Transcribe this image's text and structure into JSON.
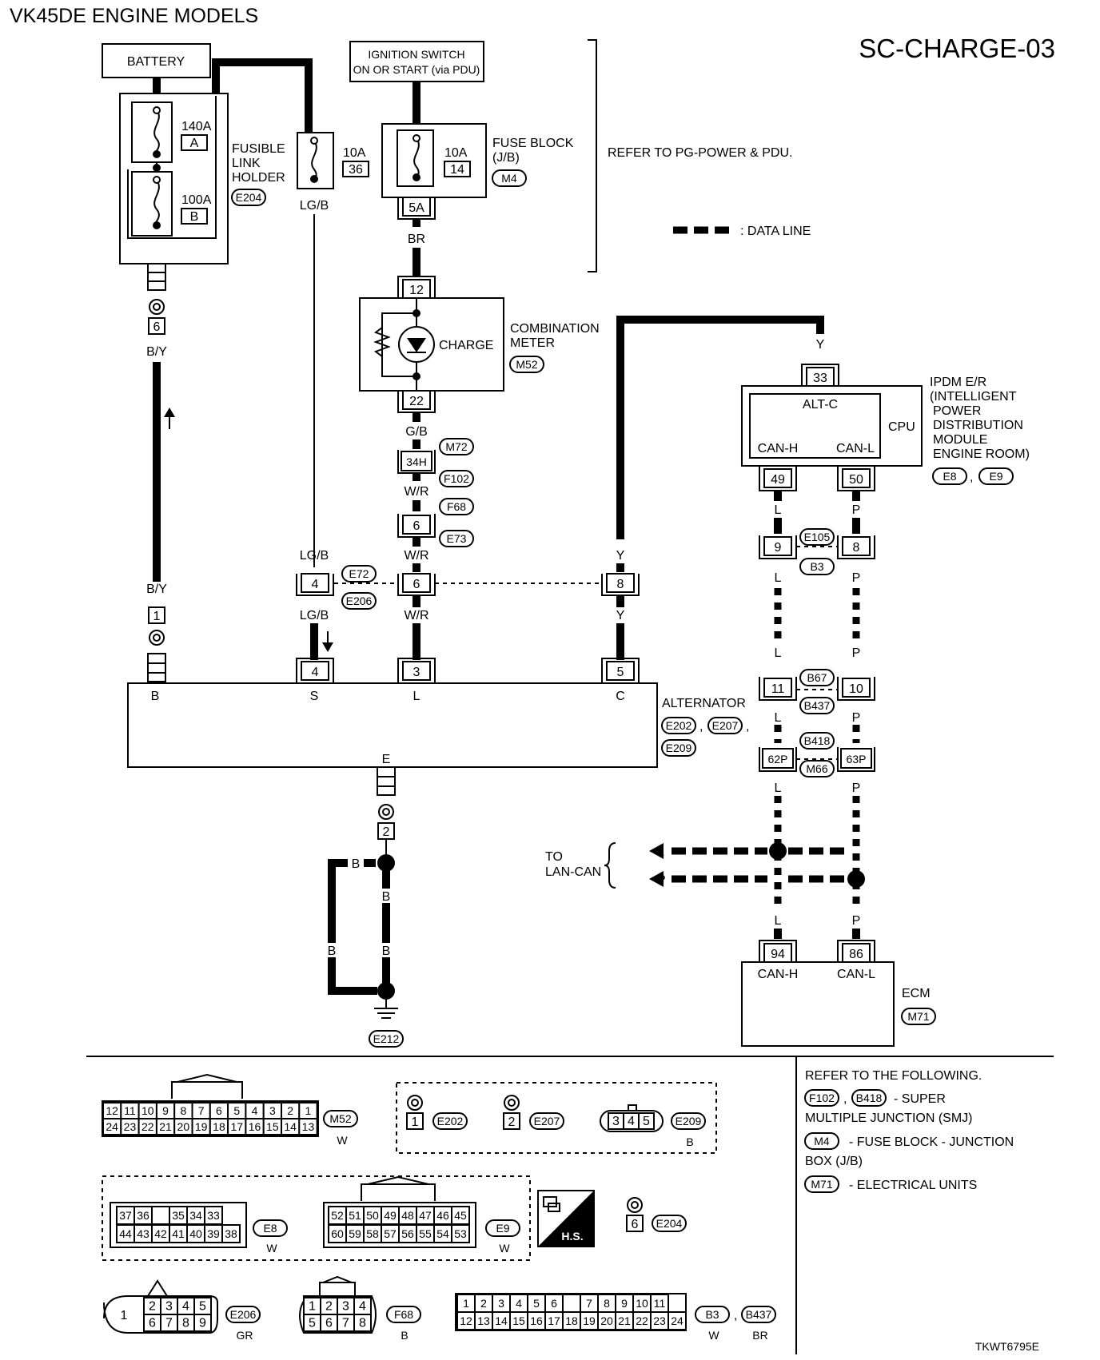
{
  "header": {
    "models": "VK45DE ENGINE MODELS",
    "diagram_id": "SC-CHARGE-03",
    "figure_code": "TKWT6795E"
  },
  "power": {
    "battery": "BATTERY",
    "ignition_l1": "IGNITION SWITCH",
    "ignition_l2": "ON OR START (via PDU)",
    "refer": "REFER TO PG-POWER & PDU.",
    "data_line": ": DATA LINE"
  },
  "fusible": {
    "l1": "FUSIBLE",
    "l2": "LINK",
    "l3": "HOLDER",
    "conn": "E204",
    "f1_amp": "140A",
    "f1_id": "A",
    "f2_amp": "100A",
    "f2_id": "B",
    "f3_amp": "10A",
    "f3_id": "36"
  },
  "fuse_block": {
    "l1": "FUSE BLOCK",
    "l2": "(J/B)",
    "conn": "M4",
    "amp": "10A",
    "id": "14",
    "term": "5A"
  },
  "meter": {
    "l1": "COMBINATION",
    "l2": "METER",
    "conn": "M52",
    "lamp": "CHARGE",
    "t_top": "12",
    "t_bot": "22"
  },
  "ipdm": {
    "l1": "IPDM E/R",
    "l2": "(INTELLIGENT",
    "l3": "POWER",
    "l4": "DISTRIBUTION",
    "l5": "MODULE",
    "l6": "ENGINE ROOM)",
    "conn1": "E8",
    "conn2": "E9",
    "comma": ",",
    "cpu": "CPU",
    "altc": "ALT-C",
    "canh": "CAN-H",
    "canl": "CAN-L",
    "t_altc": "33",
    "t_canh": "49",
    "t_canl": "50"
  },
  "alternator": {
    "name": "ALTERNATOR",
    "c1": "E202",
    "c2": "E207",
    "c3": "E209",
    "comma": ",",
    "tb": "B",
    "ts": "S",
    "tl": "L",
    "tc": "C",
    "te": "E"
  },
  "ecm": {
    "name": "ECM",
    "conn": "M71",
    "canh": "CAN-H",
    "canl": "CAN-L",
    "t_h": "94",
    "t_l": "86"
  },
  "wires": {
    "by": "B/Y",
    "lgb": "LG/B",
    "br": "BR",
    "gb": "G/B",
    "wr": "W/R",
    "y": "Y",
    "l": "L",
    "p": "P",
    "b": "B"
  },
  "terms": {
    "t6": "6",
    "t1": "1",
    "t2": "2",
    "j34h": "34H",
    "j6": "6",
    "jn4": "4",
    "jn6": "6",
    "jn8": "8",
    "a4": "4",
    "a3": "3",
    "a5": "5",
    "c9": "9",
    "c8": "8",
    "c11": "11",
    "c10": "10",
    "c62p": "62P",
    "c63p": "63P"
  },
  "conns": {
    "m72": "M72",
    "f102": "F102",
    "f68": "F68",
    "e73": "E73",
    "e72": "E72",
    "e206": "E206",
    "e105": "E105",
    "b3": "B3",
    "b67": "B67",
    "b437": "B437",
    "b418": "B418",
    "m66": "M66",
    "e212": "E212"
  },
  "lan": {
    "l1": "TO",
    "l2": "LAN-CAN"
  },
  "legend": {
    "title": "REFER TO THE FOLLOWING.",
    "smj1": "F102",
    "smj2": "B418",
    "comma": ",",
    "smj_t1": "- SUPER",
    "smj_t2": "MULTIPLE JUNCTION (SMJ)",
    "fb": "M4",
    "fb_t1": "- FUSE BLOCK - JUNCTION",
    "fb_t2": "BOX (J/B)",
    "eu": "M71",
    "eu_t": "- ELECTRICAL UNITS"
  },
  "connectors": {
    "m52_top": [
      "12",
      "11",
      "10",
      "9",
      "8",
      "7",
      "6",
      "5",
      "4",
      "3",
      "2",
      "1"
    ],
    "m52_bot": [
      "24",
      "23",
      "22",
      "21",
      "20",
      "19",
      "18",
      "17",
      "16",
      "15",
      "14",
      "13"
    ],
    "m52": "M52",
    "m52_col": "W",
    "e202_pin": "1",
    "e202": "E202",
    "e207_pin": "2",
    "e207": "E207",
    "e209_pins": [
      "3",
      "4",
      "5"
    ],
    "e209": "E209",
    "e209_col": "B",
    "e8_top": [
      "37",
      "36",
      "",
      "35",
      "34",
      "33"
    ],
    "e8_bot": [
      "44",
      "43",
      "42",
      "41",
      "40",
      "39",
      "38"
    ],
    "e8": "E8",
    "e8_col": "W",
    "e9_top": [
      "52",
      "51",
      "50",
      "49",
      "48",
      "47",
      "46",
      "45"
    ],
    "e9_bot": [
      "60",
      "59",
      "58",
      "57",
      "56",
      "55",
      "54",
      "53"
    ],
    "e9": "E9",
    "e9_col": "W",
    "hs": "H.S.",
    "e204_pin": "6",
    "e204": "E204",
    "e206_big": "1",
    "e206_top": [
      "2",
      "3",
      "4",
      "5"
    ],
    "e206_bot": [
      "6",
      "7",
      "8",
      "9"
    ],
    "e206": "E206",
    "e206_col": "GR",
    "f68_top": [
      "1",
      "2",
      "3",
      "4"
    ],
    "f68_bot": [
      "5",
      "6",
      "7",
      "8"
    ],
    "f68": "F68",
    "f68_col": "B",
    "b3_top": [
      "1",
      "2",
      "3",
      "4",
      "5",
      "6",
      "",
      "7",
      "8",
      "9",
      "10",
      "11"
    ],
    "b3_bot": [
      "12",
      "13",
      "14",
      "15",
      "16",
      "17",
      "18",
      "19",
      "20",
      "21",
      "22",
      "23",
      "24"
    ],
    "b3": "B3",
    "b3_col": "W",
    "b437": "B437",
    "b437_col": "BR",
    "comma": ","
  }
}
